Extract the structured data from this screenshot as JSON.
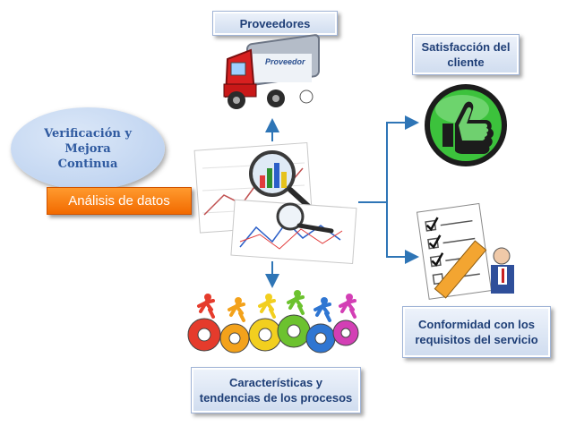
{
  "nodes": {
    "proveedores": "Proveedores",
    "verificacion": "Verificación y\nMejora\nContinua",
    "analisis": "Análisis de datos",
    "satisfaccion": "Satisfacción del\ncliente",
    "conformidad": "Conformidad con los\nrequisitos del servicio",
    "caracteristicas": "Características y\ntendencias de los procesos"
  },
  "truck_sign": "Proveedor",
  "icons": [
    "truck-icon",
    "charts-magnifier-icon",
    "thumbs-up-icon",
    "checklist-pencil-icon",
    "gears-runners-icon"
  ],
  "colors": {
    "box_text": "#1f3f77",
    "arrow": "#2e75b6",
    "orange": "#f26a00",
    "thumb_green": "#3cc23c"
  }
}
